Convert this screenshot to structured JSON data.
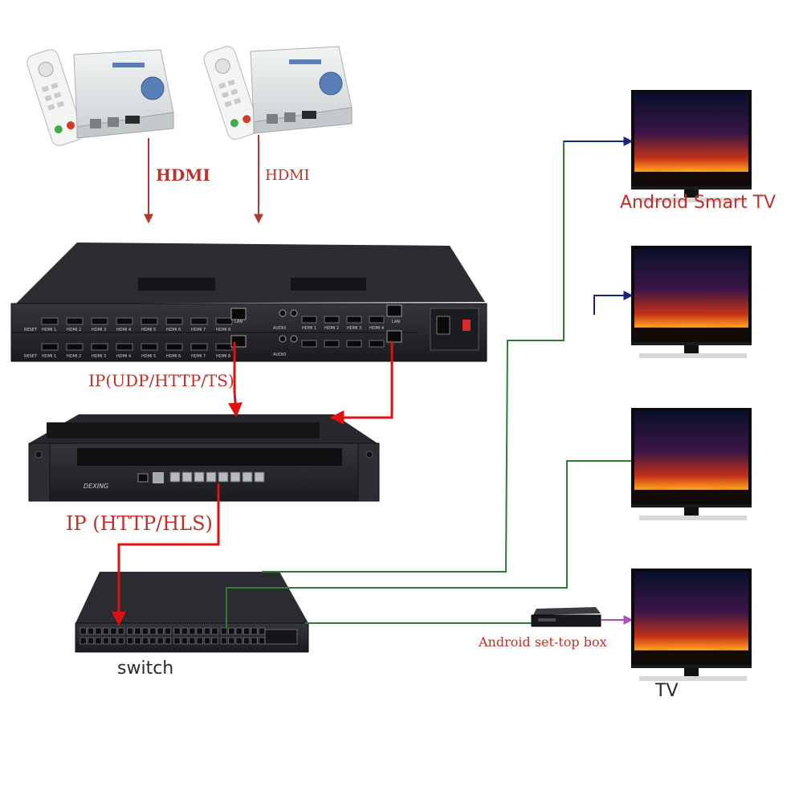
{
  "labels": {
    "hdmi_left": "HDMI",
    "hdmi_right": "HDMI",
    "ip_udp": "IP(UDP/HTTP/TS)",
    "ip_hls": "IP (HTTP/HLS)",
    "switch": "switch",
    "android_tv": "Android Smart TV",
    "set_top_box": "Android set-top box",
    "tv": "TV"
  },
  "encoder": {
    "port_labels_top": [
      "HDMI 1",
      "HDMI 2",
      "HDMI 3",
      "HDMI 4",
      "HDMI 5",
      "HDMI 6",
      "HDMI 7",
      "HDMI 8"
    ],
    "port_labels_bottom": [
      "HDMI 1",
      "HDMI 2",
      "HDMI 3",
      "HDMI 4",
      "HDMI 5",
      "HDMI 6",
      "HDMI 7",
      "HDMI 8"
    ],
    "port_labels_right": [
      "HDMI 1",
      "HDMI 2",
      "HDMI 3",
      "HDMI 4"
    ],
    "reset": "RESET",
    "lan": "LAN",
    "audio": "AUDIO"
  },
  "server": {
    "brand": "DEXING"
  },
  "colors": {
    "hdmi_arrow": "#b03a2e",
    "ip_arrow": "#e01010",
    "tv_link": "#1a237e",
    "lan_link": "#2e7d32",
    "stb_link": "#b04fc0",
    "device_dark": "#1e1e22"
  }
}
